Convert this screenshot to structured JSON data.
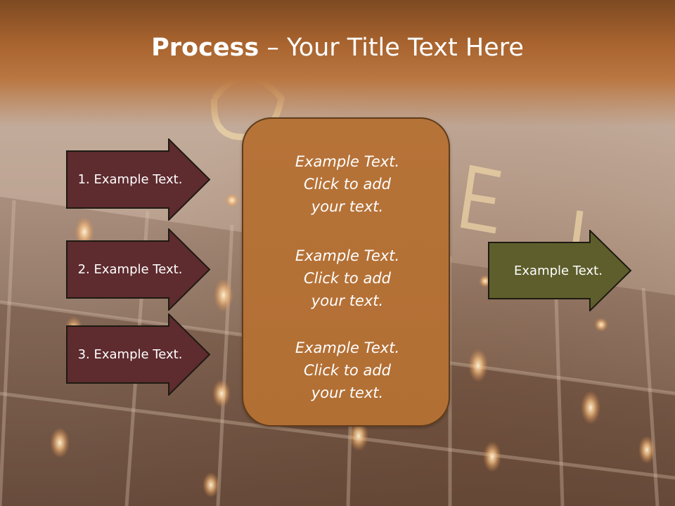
{
  "slide": {
    "title_strong": "Process",
    "title_rest": " – Your Title Text Here",
    "left_items": [
      {
        "label": "1. Example Text."
      },
      {
        "label": "2. Example Text."
      },
      {
        "label": "3. Example Text."
      }
    ],
    "center_blocks": [
      {
        "line1": "Example Text.",
        "line2": "Click  to add",
        "line3": "your text."
      },
      {
        "line1": "Example Text.",
        "line2": "Click  to add",
        "line3": "your text."
      },
      {
        "line1": "Example Text.",
        "line2": "Click  to add",
        "line3": "your text."
      }
    ],
    "right_item": {
      "label": "Example Text."
    }
  },
  "colors": {
    "title_band": "#a9642f",
    "left_arrow_fill": "#5e2b2f",
    "center_box_fill": "#b67338",
    "right_arrow_fill": "#5e5e2c",
    "text": "#ffffff"
  }
}
